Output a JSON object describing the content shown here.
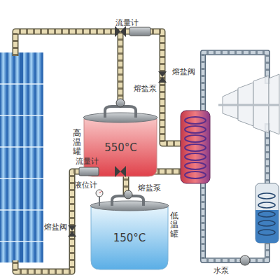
{
  "diagram": {
    "nodes": [
      {
        "text": [
          "高温罐",
          "550°C"
        ]
      },
      {
        "text": [
          "低温罐",
          "150°C"
        ]
      }
    ],
    "labels": [
      "流量计",
      "熔盐阀",
      "熔盐泵",
      "流量计",
      "液位计",
      "熔盐泵",
      "熔盐阀",
      "水泵"
    ]
  }
}
